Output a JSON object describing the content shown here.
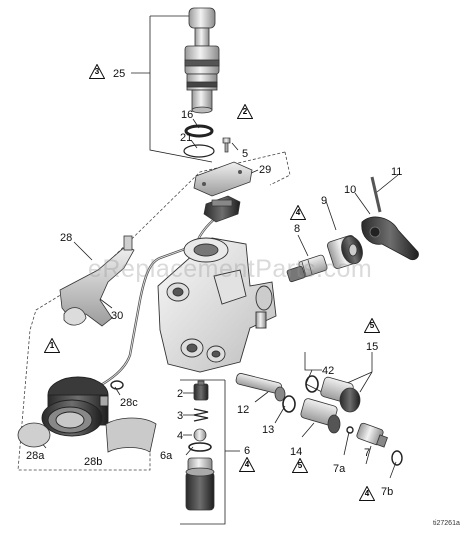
{
  "watermark": "eReplacementParts.com",
  "doc_id": "ti27261a",
  "callouts": [
    {
      "id": "c25",
      "text": "25"
    },
    {
      "id": "c16",
      "text": "16"
    },
    {
      "id": "c21",
      "text": "21"
    },
    {
      "id": "c5",
      "text": "5"
    },
    {
      "id": "c29",
      "text": "29"
    },
    {
      "id": "c11",
      "text": "11"
    },
    {
      "id": "c10",
      "text": "10"
    },
    {
      "id": "c9",
      "text": "9"
    },
    {
      "id": "c8",
      "text": "8"
    },
    {
      "id": "c28",
      "text": "28"
    },
    {
      "id": "c30",
      "text": "30"
    },
    {
      "id": "c15",
      "text": "15"
    },
    {
      "id": "c42",
      "text": "42"
    },
    {
      "id": "c2",
      "text": "2"
    },
    {
      "id": "c3",
      "text": "3"
    },
    {
      "id": "c4",
      "text": "4"
    },
    {
      "id": "c6a",
      "text": "6a"
    },
    {
      "id": "c6",
      "text": "6"
    },
    {
      "id": "c12",
      "text": "12"
    },
    {
      "id": "c13",
      "text": "13"
    },
    {
      "id": "c14",
      "text": "14"
    },
    {
      "id": "c7a",
      "text": "7a"
    },
    {
      "id": "c7",
      "text": "7"
    },
    {
      "id": "c7b",
      "text": "7b"
    },
    {
      "id": "c28c",
      "text": "28c"
    },
    {
      "id": "c28a",
      "text": "28a"
    },
    {
      "id": "c28b",
      "text": "28b"
    }
  ],
  "warning_notes": [
    {
      "id": "n3",
      "text": "3"
    },
    {
      "id": "n2",
      "text": "2"
    },
    {
      "id": "n4a",
      "text": "4"
    },
    {
      "id": "n1",
      "text": "1"
    },
    {
      "id": "n5a",
      "text": "5"
    },
    {
      "id": "n4b",
      "text": "4"
    },
    {
      "id": "n5b",
      "text": "5"
    },
    {
      "id": "n4c",
      "text": "4"
    }
  ]
}
